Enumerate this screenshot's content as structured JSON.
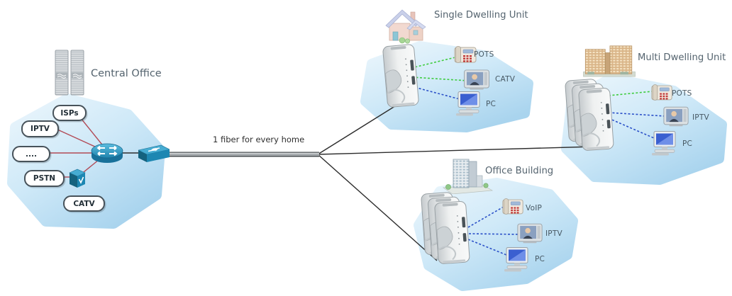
{
  "central_office": {
    "title": "Central Office",
    "service_labels": [
      "ISPs",
      "IPTV",
      "....",
      "PSTN",
      "CATV"
    ]
  },
  "fiber": {
    "label": "1 fiber for every home"
  },
  "single_dwelling": {
    "title": "Single Dwelling Unit",
    "device_labels": [
      "POTS",
      "CATV",
      "PC"
    ]
  },
  "multi_dwelling": {
    "title": "Multi Dwelling Unit",
    "device_labels": [
      "POTS",
      "IPTV",
      "PC"
    ]
  },
  "office_building": {
    "title": "Office Building",
    "device_labels": [
      "VoIP",
      "IPTV",
      "PC"
    ]
  },
  "icons": {
    "central_office": [
      "server-rack-icon",
      "router-icon",
      "switch-icon",
      "voice-gateway-icon"
    ],
    "single_dwelling": [
      "house-icon",
      "ont-icon",
      "phone-icon",
      "tv-icon",
      "pc-icon"
    ],
    "multi_dwelling": [
      "apartment-buildings-icon",
      "ont-stack-icon",
      "phone-icon",
      "tv-icon",
      "pc-icon"
    ],
    "office_building": [
      "office-tower-icon",
      "ont-stack-icon",
      "phone-icon",
      "tv-icon",
      "pc-icon"
    ]
  },
  "colors": {
    "cloud_light": "#e9f5fc",
    "cloud_dark": "#a9d4ee",
    "link_red": "#b24a56",
    "link_black": "#2d2d2d",
    "dashed_green": "#3fcc3f",
    "dashed_blue": "#2b50c8",
    "device_teal": "#1d87b2",
    "title_text": "#55646f"
  }
}
